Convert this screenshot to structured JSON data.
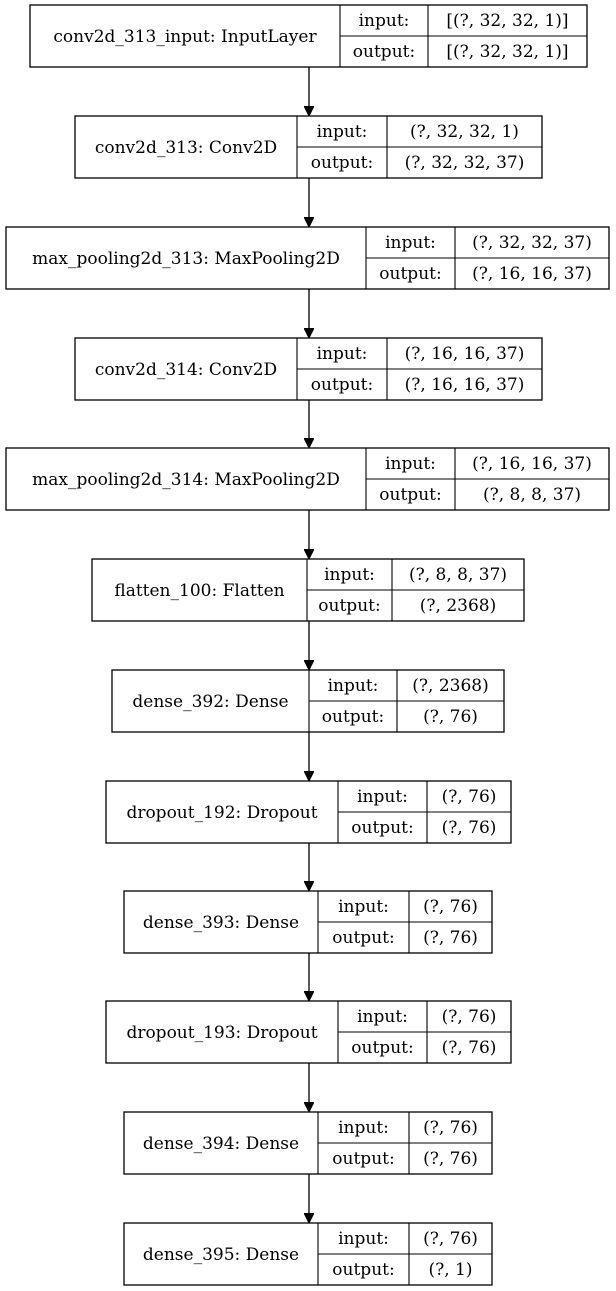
{
  "io_labels": {
    "input": "input:",
    "output": "output:"
  },
  "nodes": [
    {
      "label": "conv2d_313_input: InputLayer",
      "input_shape": "[(?, 32, 32, 1)]",
      "output_shape": "[(?, 32, 32, 1)]"
    },
    {
      "label": "conv2d_313: Conv2D",
      "input_shape": "(?, 32, 32, 1)",
      "output_shape": "(?, 32, 32, 37)"
    },
    {
      "label": "max_pooling2d_313: MaxPooling2D",
      "input_shape": "(?, 32, 32, 37)",
      "output_shape": "(?, 16, 16, 37)"
    },
    {
      "label": "conv2d_314: Conv2D",
      "input_shape": "(?, 16, 16, 37)",
      "output_shape": "(?, 16, 16, 37)"
    },
    {
      "label": "max_pooling2d_314: MaxPooling2D",
      "input_shape": "(?, 16, 16, 37)",
      "output_shape": "(?, 8, 8, 37)"
    },
    {
      "label": "flatten_100: Flatten",
      "input_shape": "(?, 8, 8, 37)",
      "output_shape": "(?, 2368)"
    },
    {
      "label": "dense_392: Dense",
      "input_shape": "(?, 2368)",
      "output_shape": "(?, 76)"
    },
    {
      "label": "dropout_192: Dropout",
      "input_shape": "(?, 76)",
      "output_shape": "(?, 76)"
    },
    {
      "label": "dense_393: Dense",
      "input_shape": "(?, 76)",
      "output_shape": "(?, 76)"
    },
    {
      "label": "dropout_193: Dropout",
      "input_shape": "(?, 76)",
      "output_shape": "(?, 76)"
    },
    {
      "label": "dense_394: Dense",
      "input_shape": "(?, 76)",
      "output_shape": "(?, 76)"
    },
    {
      "label": "dense_395: Dense",
      "input_shape": "(?, 76)",
      "output_shape": "(?, 1)"
    }
  ]
}
